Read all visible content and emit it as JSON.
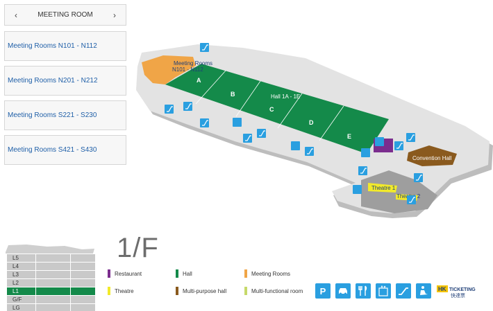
{
  "menu": {
    "header": "MEETING ROOM",
    "prev_icon": "chevron-left-icon",
    "next_icon": "chevron-right-icon",
    "items": [
      {
        "label": "Meeting Rooms N101 - N112"
      },
      {
        "label": "Meeting Rooms N201 - N212"
      },
      {
        "label": "Meeting Rooms S221 - S230"
      },
      {
        "label": "Meeting Rooms S421 - S430"
      }
    ]
  },
  "map": {
    "hall_label": "Hall 1A - 1E",
    "halls": [
      "A",
      "B",
      "C",
      "D",
      "E"
    ],
    "meeting_rooms_label": "Meeting Rooms",
    "meeting_rooms_range": "N101 - N112",
    "convention_hall": "Convention Hall",
    "theatre_1": "Theatre 1",
    "theatre_2": "Theatre 2"
  },
  "floor": {
    "title": "1/F",
    "levels": [
      "L5",
      "L4",
      "L3",
      "L2",
      "L1",
      "G/F",
      "LG"
    ],
    "active": "L1"
  },
  "legend": [
    {
      "label": "Restaurant",
      "color": "#7b2d8e"
    },
    {
      "label": "Theatre",
      "color": "#f2ea2a"
    },
    {
      "label": "Hall",
      "color": "#148a4a"
    },
    {
      "label": "Multi-purpose hall",
      "color": "#8a5a1e"
    },
    {
      "label": "Meeting Rooms",
      "color": "#f0a547"
    },
    {
      "label": "Multi-functional room",
      "color": "#c6d96a"
    }
  ],
  "facilities": [
    "parking-icon",
    "taxi-icon",
    "restaurant-icon",
    "lift-icon",
    "escalator-icon",
    "prayer-room-icon"
  ],
  "ticketing": {
    "brand": "HK",
    "text": "TICKETING",
    "chinese": "快達票"
  },
  "colors": {
    "accent": "#2a9fe0",
    "hall": "#148a4a",
    "link": "#1f5fa8"
  }
}
